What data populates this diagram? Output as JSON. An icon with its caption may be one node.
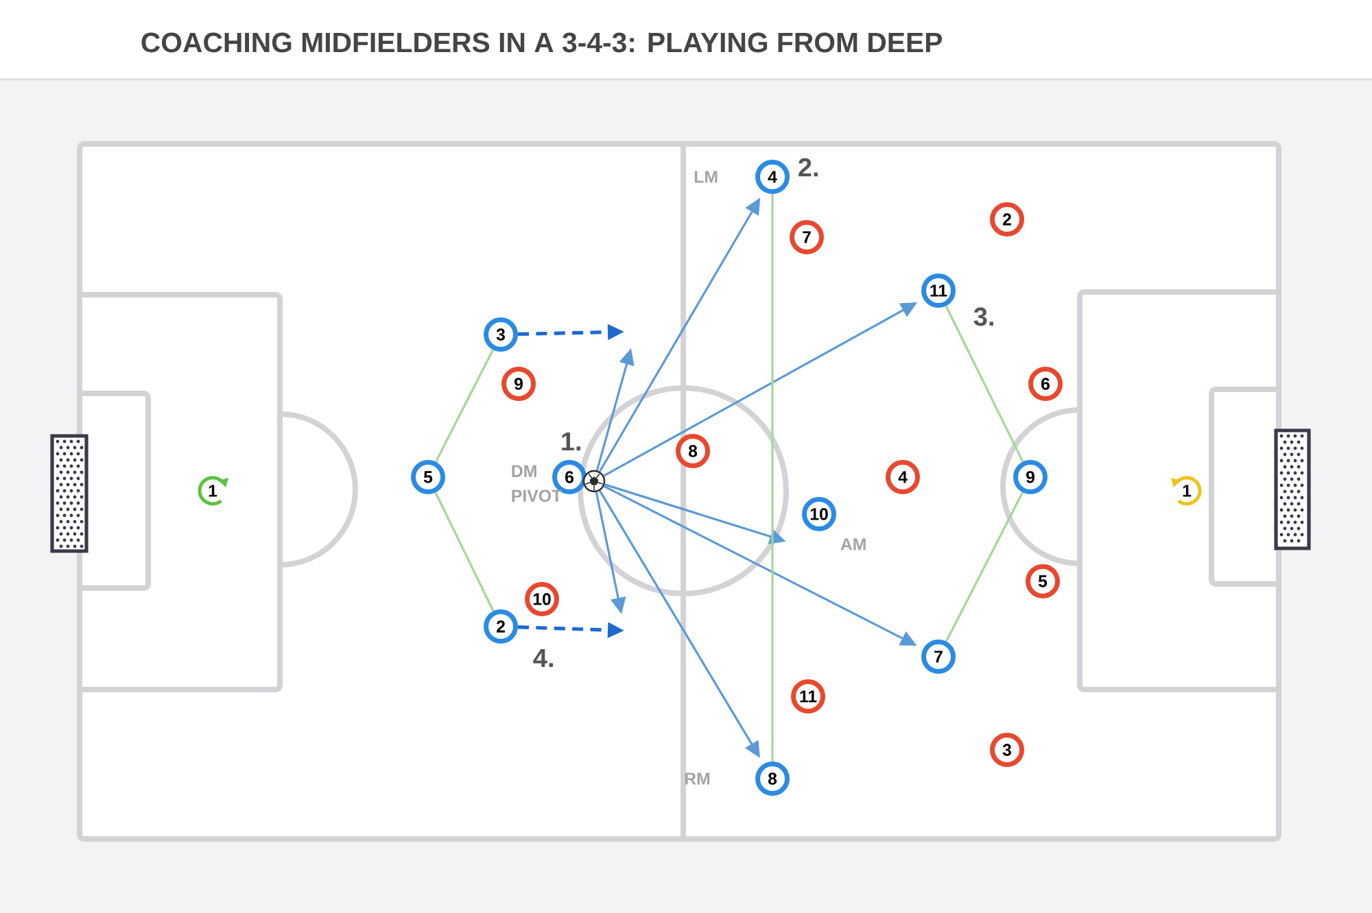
{
  "diagram": {
    "title": "COACHING MIDFIELDERS IN A 3-4-3: PLAYING FROM DEEP",
    "nodes": [
      {
        "text": [
          "1"
        ]
      },
      {
        "text": [
          "5"
        ]
      },
      {
        "text": [
          "3"
        ]
      },
      {
        "text": [
          "2"
        ]
      },
      {
        "text": [
          "6"
        ],
        "beside": [
          "DM PIVOT"
        ]
      },
      {
        "text": [],
        "shape": "picture"
      },
      {
        "text": [
          "4"
        ],
        "beside": [
          "LM"
        ]
      },
      {
        "text": [
          "8"
        ],
        "beside": [
          "RM"
        ]
      },
      {
        "text": [
          "10"
        ],
        "beside": [
          "AM"
        ]
      },
      {
        "text": [
          "11"
        ]
      },
      {
        "text": [
          "7"
        ]
      },
      {
        "text": [
          "9"
        ]
      },
      {
        "text": [
          "9"
        ]
      },
      {
        "text": [
          "10"
        ]
      },
      {
        "text": [
          "8"
        ]
      },
      {
        "text": [
          "7"
        ]
      },
      {
        "text": [
          "11"
        ]
      },
      {
        "text": [
          "4"
        ]
      },
      {
        "text": [
          "2"
        ]
      },
      {
        "text": [
          "6"
        ]
      },
      {
        "text": [
          "5"
        ]
      },
      {
        "text": [
          "3"
        ]
      },
      {
        "text": [
          "1"
        ]
      }
    ],
    "edges": [
      {
        "from": 5,
        "to": null,
        "arrow": "to"
      },
      {
        "from": 5,
        "to": 6,
        "arrow": "to"
      },
      {
        "from": 5,
        "to": 9,
        "arrow": "to"
      },
      {
        "from": 5,
        "to": null,
        "arrow": "to"
      },
      {
        "from": 5,
        "to": 10,
        "arrow": "to"
      },
      {
        "from": 5,
        "to": null,
        "arrow": "to"
      },
      {
        "from": 5,
        "to": 7,
        "arrow": "to"
      },
      {
        "from": 2,
        "to": null,
        "arrow": "to",
        "style": "dashed",
        "color": "#1c6ad0"
      },
      {
        "from": 3,
        "to": null,
        "arrow": "to",
        "style": "dashed",
        "color": "#1c6ad0"
      },
      {
        "from": 2,
        "to": 1,
        "arrow": "none",
        "color": "#a3d898"
      },
      {
        "from": 1,
        "to": 3,
        "arrow": "none",
        "color": "#a3d898"
      },
      {
        "from": 6,
        "to": 7,
        "arrow": "none",
        "color": "#a3d898"
      },
      {
        "from": 9,
        "to": 11,
        "arrow": "none",
        "color": "#a3d898"
      },
      {
        "from": 11,
        "to": 10,
        "arrow": "none",
        "color": "#a3d898"
      }
    ],
    "labels": [
      "2.",
      "3.",
      "1.",
      "4."
    ]
  }
}
